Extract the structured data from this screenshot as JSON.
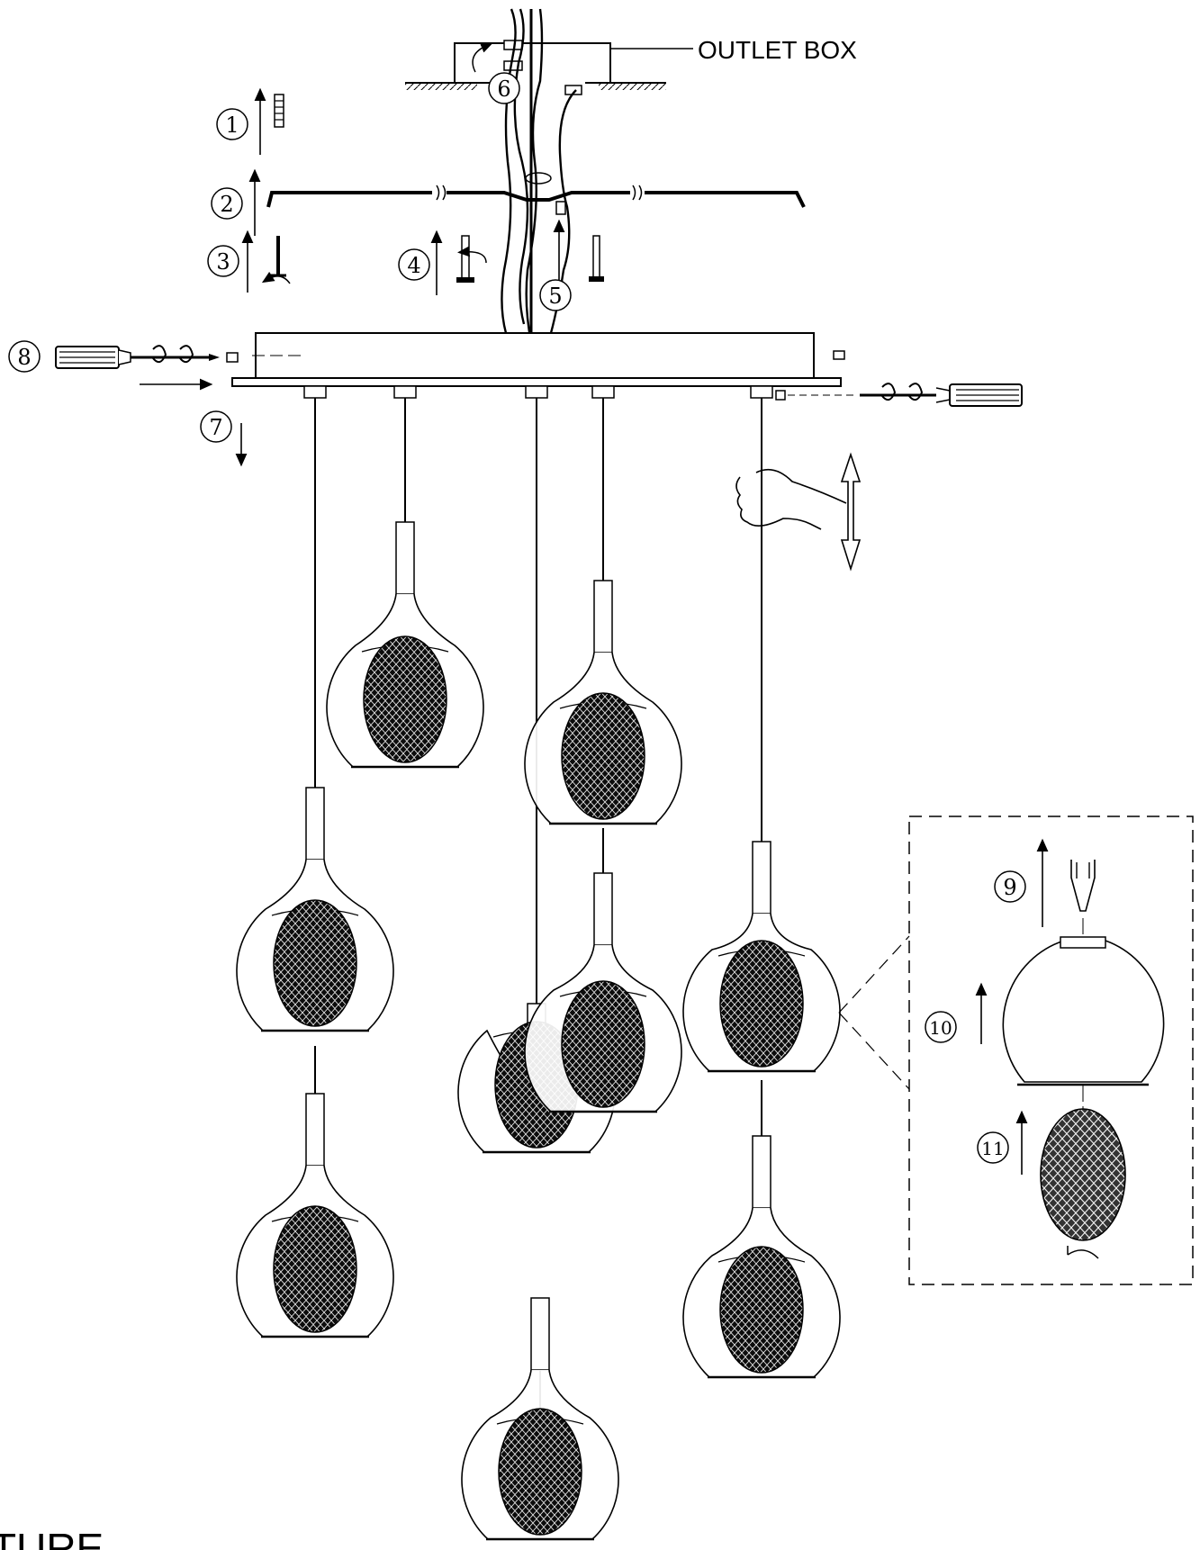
{
  "labels": {
    "outlet_box": "OUTLET BOX",
    "footer_partial": "TURE"
  },
  "steps": [
    "1",
    "2",
    "3",
    "4",
    "5",
    "6",
    "7",
    "8",
    "9",
    "10",
    "11"
  ],
  "colors": {
    "ink": "#000000",
    "background": "#ffffff"
  }
}
